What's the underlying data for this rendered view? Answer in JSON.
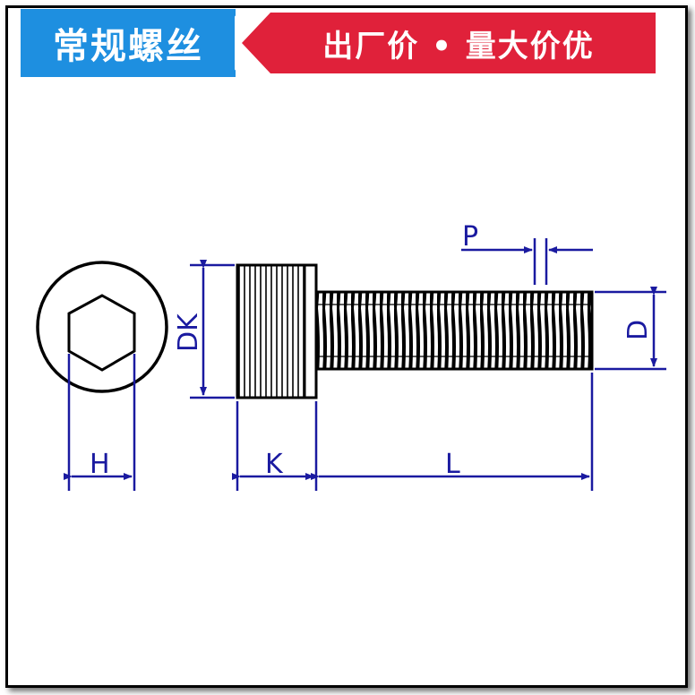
{
  "banner": {
    "left_text": "常规螺丝",
    "right_text": "出厂价 • 量大价优",
    "left_color": "#1e8fe0",
    "right_color": "#e0213a"
  },
  "labels": {
    "h": "H",
    "k": "K",
    "l": "L",
    "p": "P",
    "d": "D",
    "dk": "DK"
  },
  "colors": {
    "dimension": "#1a1aa0",
    "outline": "#000000"
  }
}
